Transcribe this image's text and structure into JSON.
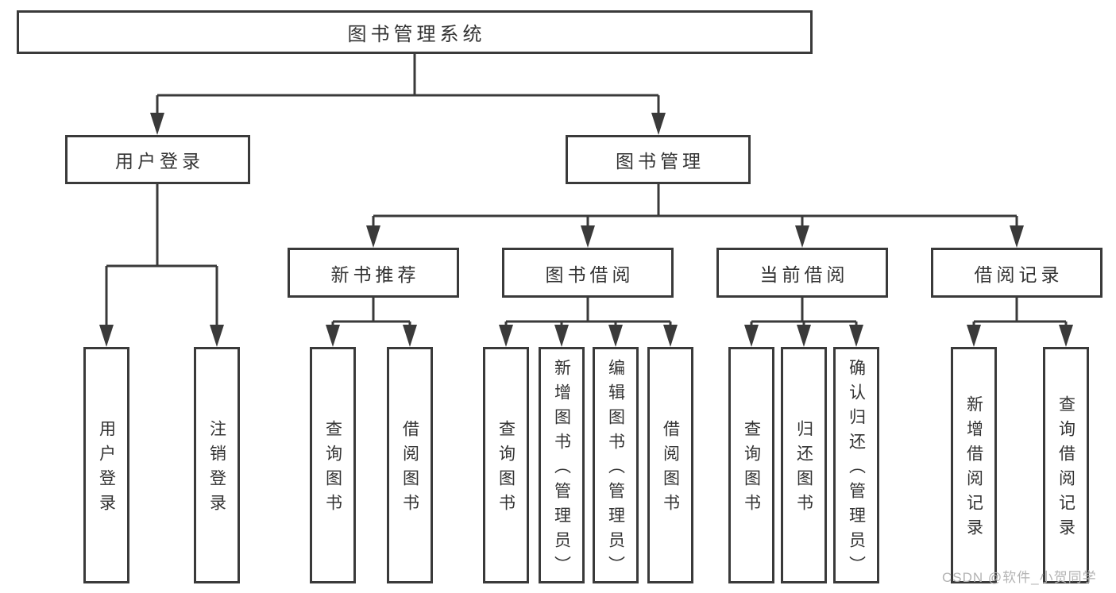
{
  "tree": {
    "label": "图书管理系统",
    "children": [
      {
        "label": "用户登录",
        "children": [
          {
            "label": "用户登录"
          },
          {
            "label": "注销登录"
          }
        ]
      },
      {
        "label": "图书管理",
        "children": [
          {
            "label": "新书推荐",
            "children": [
              {
                "label": "查询图书"
              },
              {
                "label": "借阅图书"
              }
            ]
          },
          {
            "label": "图书借阅",
            "children": [
              {
                "label": "查询图书"
              },
              {
                "label": "新增图书（管理员）"
              },
              {
                "label": "编辑图书（管理员）"
              },
              {
                "label": "借阅图书"
              }
            ]
          },
          {
            "label": "当前借阅",
            "children": [
              {
                "label": "查询图书"
              },
              {
                "label": "归还图书"
              },
              {
                "label": "确认归还（管理员）"
              }
            ]
          },
          {
            "label": "借阅记录",
            "children": [
              {
                "label": "新增借阅记录"
              },
              {
                "label": "查询借阅记录"
              }
            ]
          }
        ]
      }
    ]
  },
  "watermark": "CSDN @软件_小贺同学",
  "colors": {
    "line": "#3a3a3a",
    "text": "#333333",
    "box_bg": "#ffffff",
    "watermark": "#b3b3b3",
    "page_bg": "#ffffff"
  }
}
